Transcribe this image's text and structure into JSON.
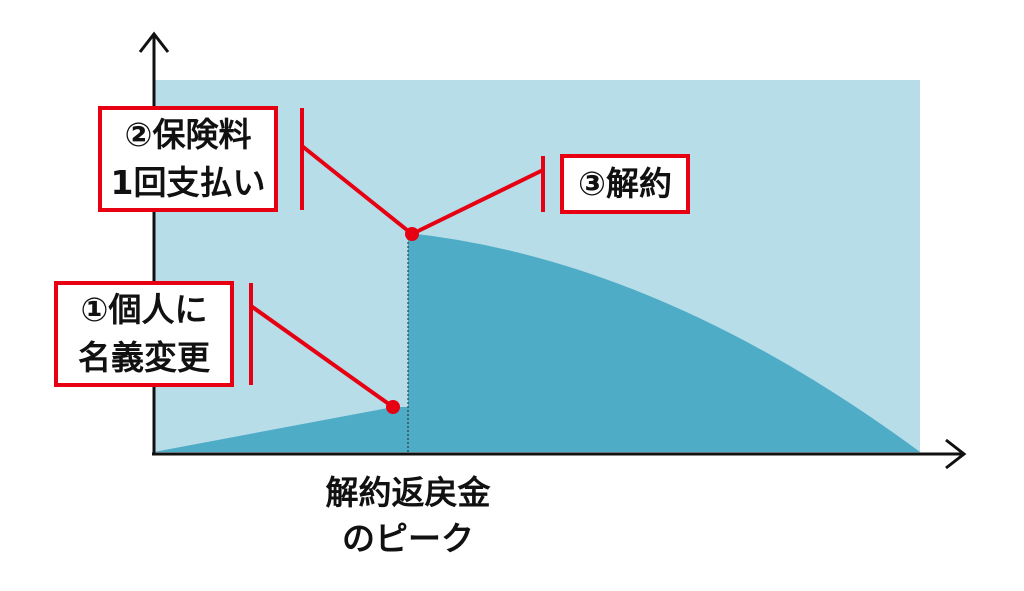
{
  "colors": {
    "background_area": "#b6dde8",
    "value_fill": "#4eacc6",
    "accent_red": "#e60012",
    "axis": "#111111",
    "box_fill": "#ffffff"
  },
  "steps": {
    "transfer": {
      "line1": "①個人に",
      "line2": "名義変更"
    },
    "premium": {
      "line1": "②保険料",
      "line2": "1回支払い"
    },
    "cancel": {
      "line1": "③解約"
    }
  },
  "axis_caption": {
    "line1": "解約返戻金",
    "line2": "のピーク"
  }
}
